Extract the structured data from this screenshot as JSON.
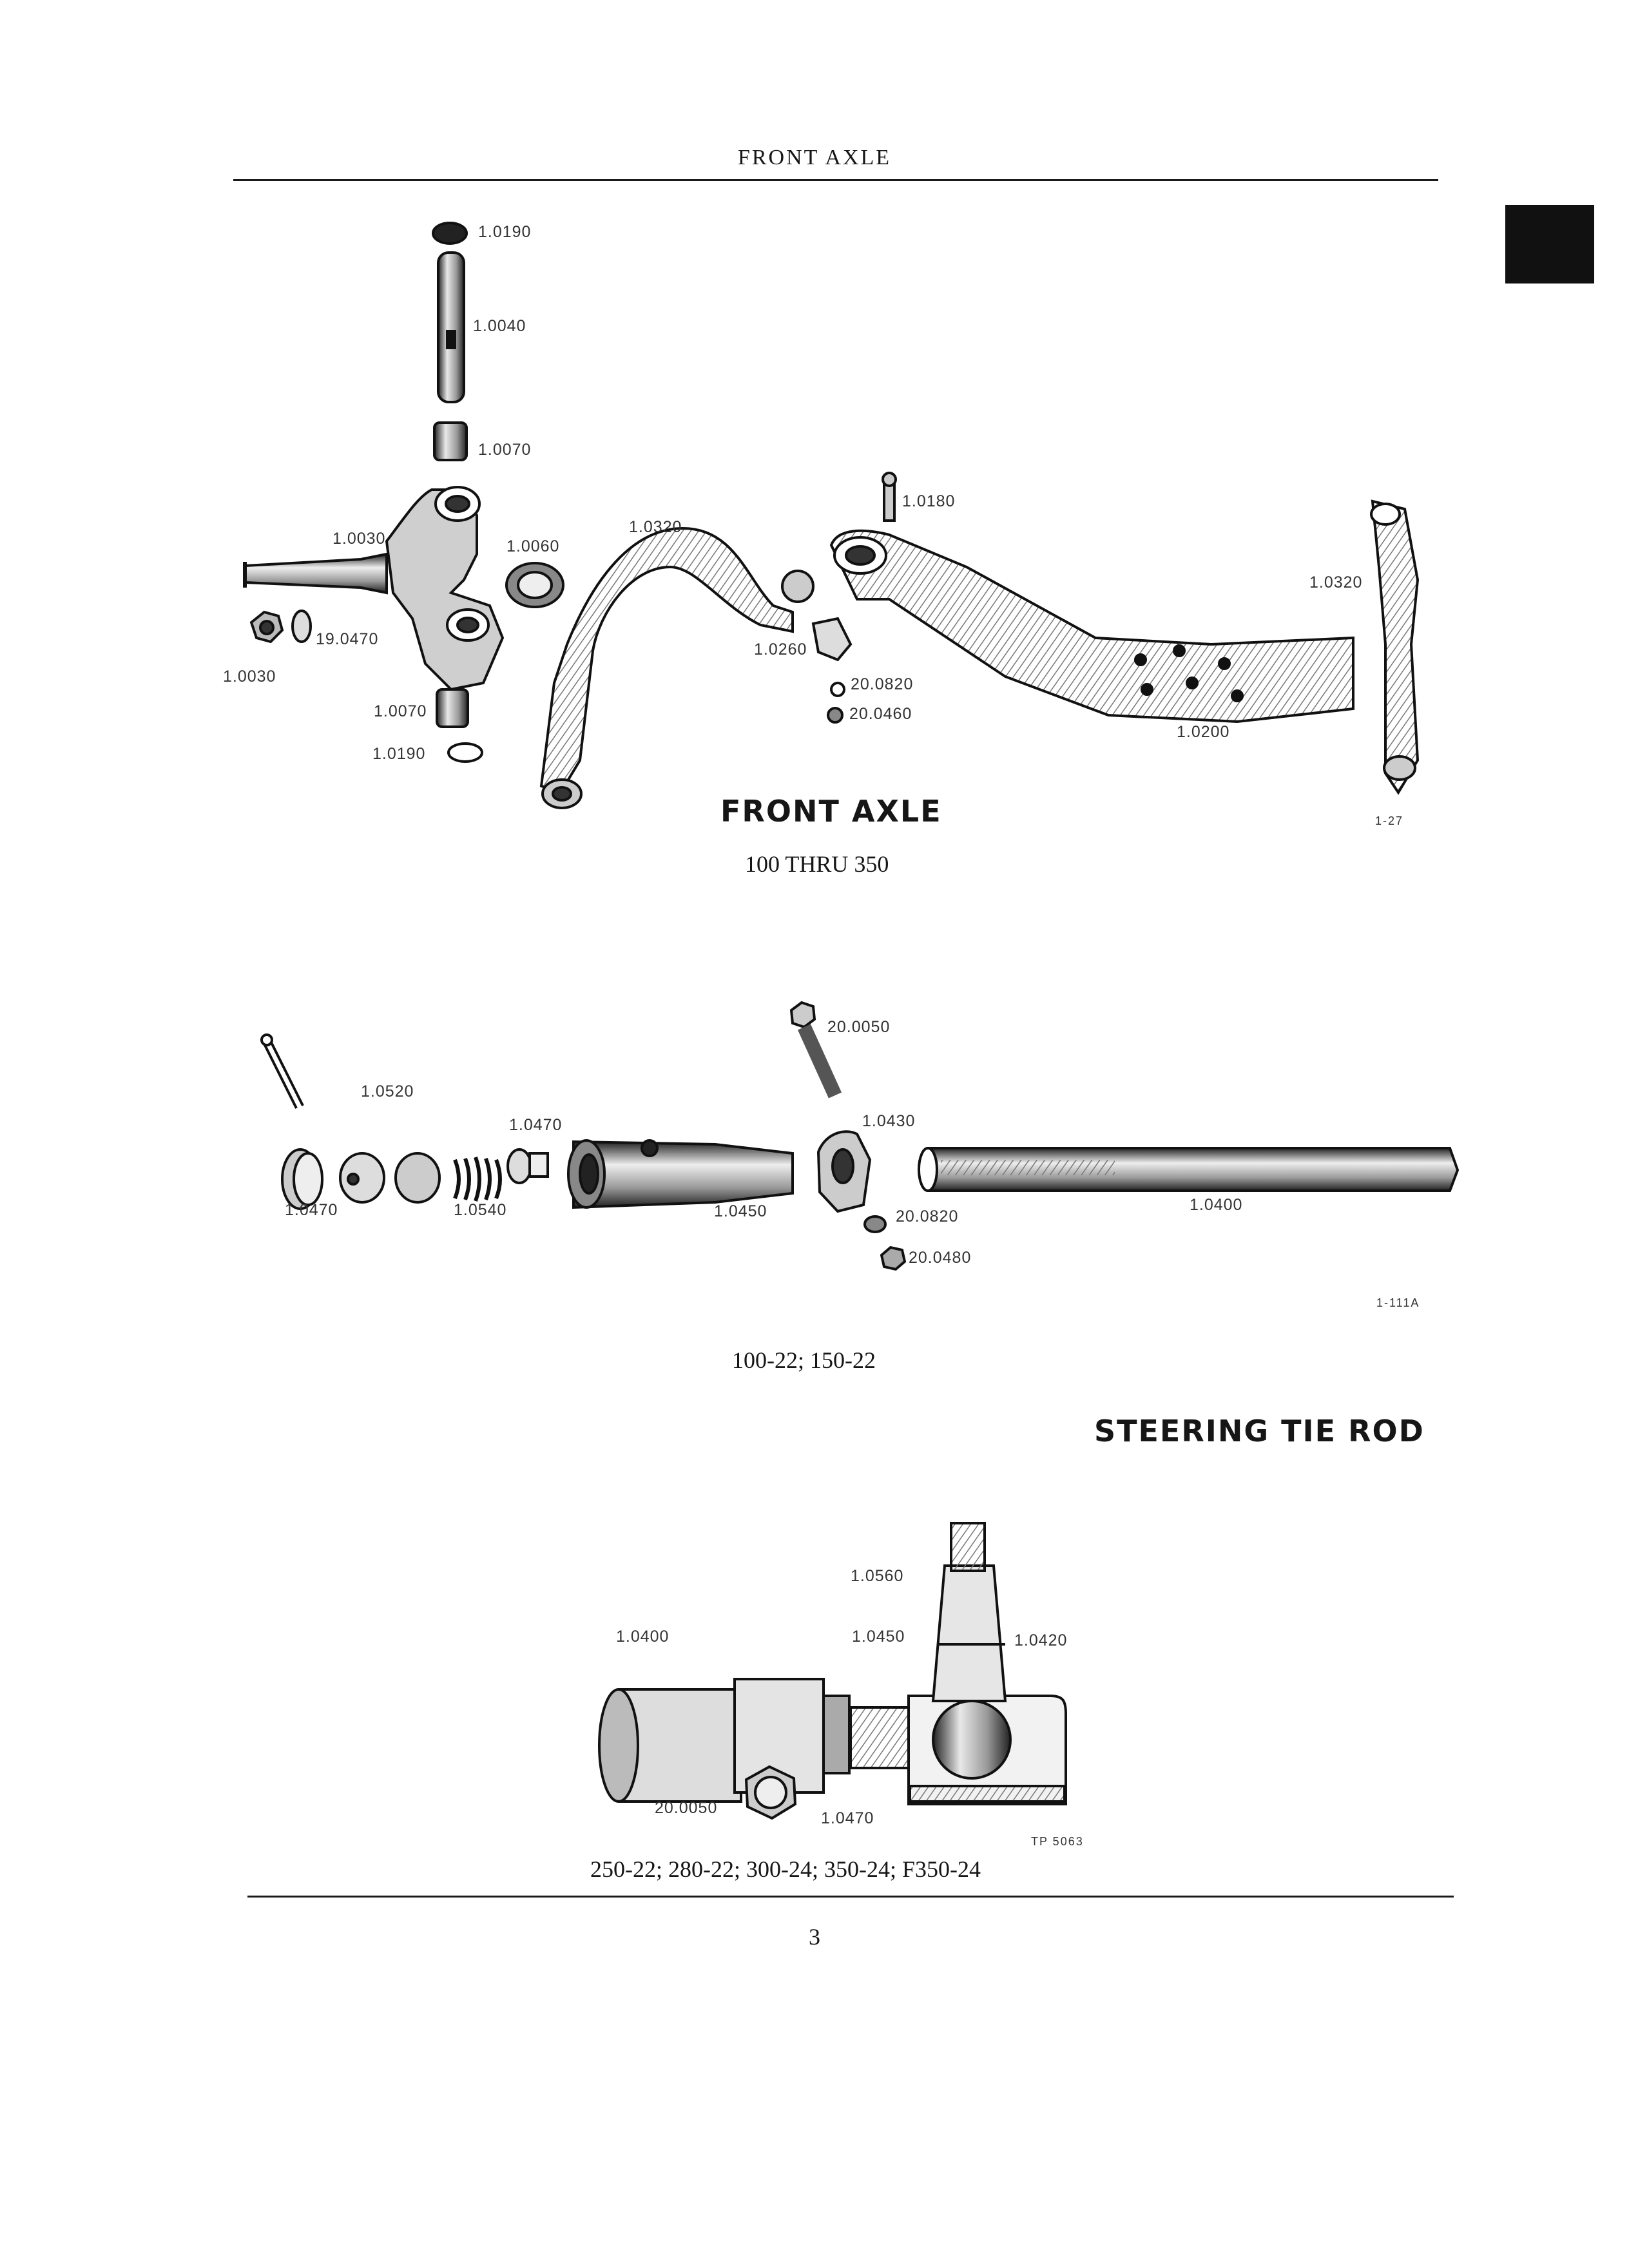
{
  "header": {
    "title": "FRONT AXLE"
  },
  "front_axle": {
    "title": "FRONT AXLE",
    "subtitle": "100 THRU 350",
    "figure_ref": "1-27",
    "parts": [
      "1.0190",
      "1.0040",
      "1.0070",
      "1.0030",
      "1.0060",
      "19.0470",
      "1.0030",
      "1.0070",
      "1.0190",
      "1.0320",
      "1.0180",
      "1.0260",
      "20.0820",
      "20.0460",
      "1.0200",
      "1.0320"
    ]
  },
  "tie_rod_a": {
    "models": "100-22; 150-22",
    "figure_ref": "1-111A",
    "parts": [
      "20.0050",
      "1.0520",
      "1.0470",
      "1.0430",
      "1.0470",
      "1.0540",
      "1.0450",
      "1.0400",
      "20.0820",
      "20.0480"
    ]
  },
  "tie_rod_section": {
    "title": "STEERING TIE ROD"
  },
  "tie_rod_b": {
    "models": "250-22; 280-22; 300-24; 350-24; F350-24",
    "figure_ref": "TP 5063",
    "parts": [
      "1.0560",
      "1.0400",
      "1.0450",
      "1.0420",
      "20.0050",
      "1.0470"
    ]
  },
  "page": {
    "number": "3"
  }
}
